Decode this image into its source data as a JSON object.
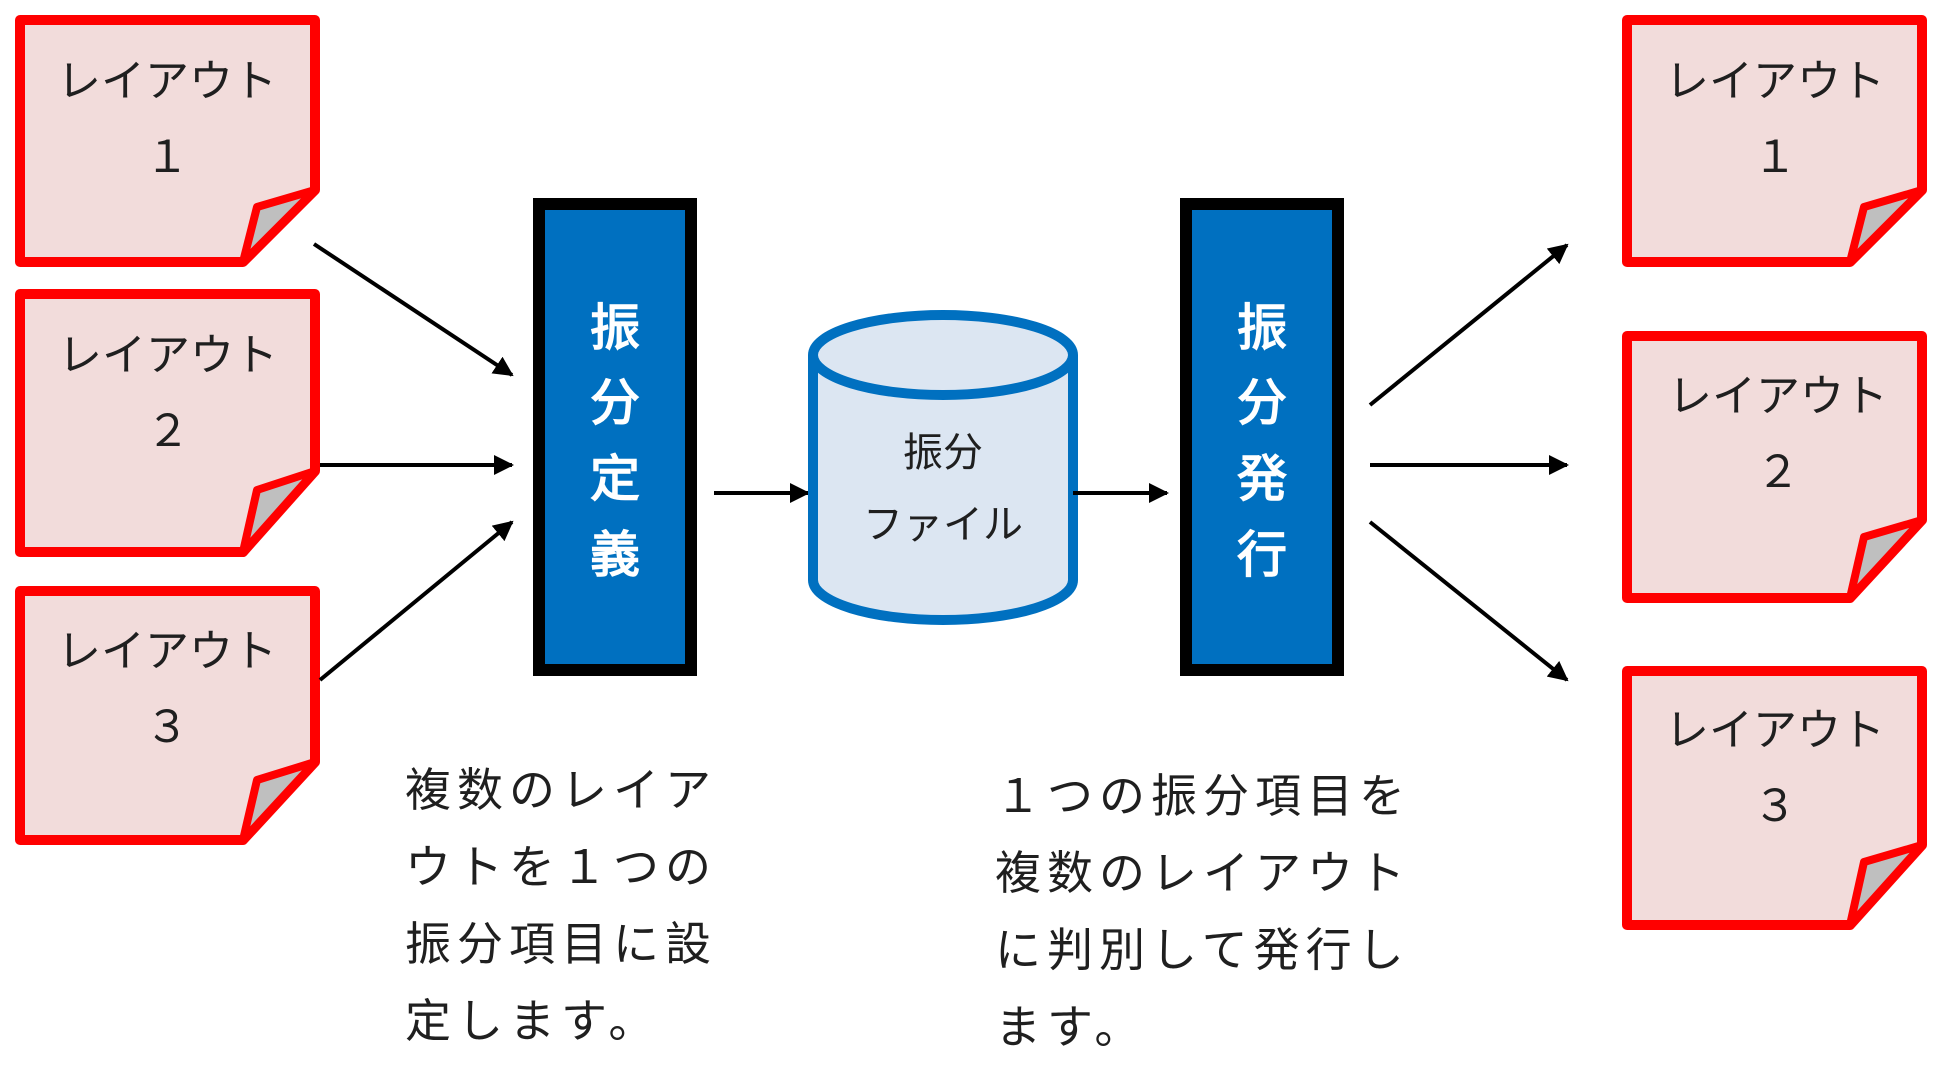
{
  "input_docs": [
    {
      "line1": "レイアウト",
      "line2": "１"
    },
    {
      "line1": "レイアウト",
      "line2": "２"
    },
    {
      "line1": "レイアウト",
      "line2": "３"
    }
  ],
  "output_docs": [
    {
      "line1": "レイアウト",
      "line2": "１"
    },
    {
      "line1": "レイアウト",
      "line2": "２"
    },
    {
      "line1": "レイアウト",
      "line2": "３"
    }
  ],
  "define_box": {
    "chars": [
      "振",
      "分",
      "定",
      "義"
    ]
  },
  "issue_box": {
    "chars": [
      "振",
      "分",
      "発",
      "行"
    ]
  },
  "file_cylinder": {
    "line1": "振分",
    "line2": "ファイル"
  },
  "desc_left": [
    "複数のレイア",
    "ウトを１つの",
    "振分項目に設",
    "定します。"
  ],
  "desc_right": [
    "１つの振分項目を",
    "複数のレイアウト",
    "に判別して発行し",
    "ます。"
  ],
  "colors": {
    "doc_fill": "#f2dcdb",
    "doc_border": "#ff0000",
    "doc_fold": "#bfbfbf",
    "box_fill": "#0070c0",
    "box_border": "#000000",
    "cylinder_fill": "#dce6f2",
    "cylinder_border": "#0070c0",
    "arrow": "#000000"
  }
}
